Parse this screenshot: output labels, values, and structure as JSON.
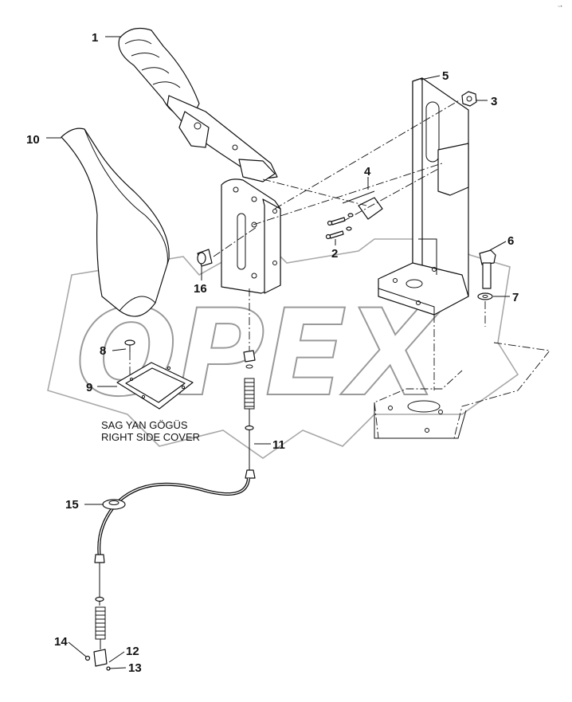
{
  "corner_mark": "~•",
  "watermark": "OPEX",
  "note": {
    "line1": "SAG YAN GÖGÜS",
    "line2": "RIGHT SIDE COVER"
  },
  "callouts": [
    "1",
    "2",
    "3",
    "4",
    "5",
    "6",
    "7",
    "8",
    "9",
    "10",
    "11",
    "12",
    "13",
    "14",
    "15",
    "16"
  ]
}
